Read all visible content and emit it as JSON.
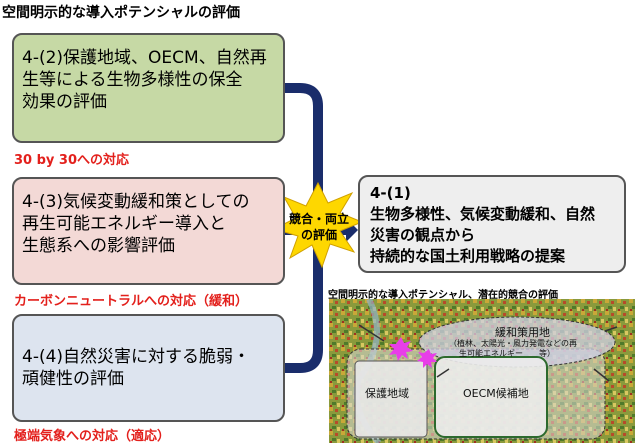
{
  "page_title": "空間明示的な導入ポテンシャルの評価",
  "boxes": [
    {
      "lines": [
        "4-(2)保護地域、OECM、自然再",
        "生等による生物多様性の保全",
        "効果の評価"
      ],
      "label": "30 by 30への対応"
    },
    {
      "lines": [
        "4-(3)気候変動緩和策としての",
        "再生可能エネルギー導入と",
        "生態系への影響評価"
      ],
      "label": "カーボンニュートラルへの対応（緩和）"
    },
    {
      "lines": [
        "4-(4)自然災害に対する脆弱・",
        "頑健性の評価"
      ],
      "label": "極端気象への対応（適応）"
    }
  ],
  "star_lines": [
    "競合・両立",
    "の評価"
  ],
  "result": {
    "lines": [
      "4-(1)",
      "生物多様性、気候変動緩和、自然",
      "災害の観点から",
      "持続的な国土利用戦略の提案"
    ]
  },
  "illustration": {
    "title": "空間明示的な導入ポテンシャル、潜在的競合の評価",
    "mitigation_label": "緩和策用地",
    "mitigation_note_1": "（植林、太陽光・風力発電などの再",
    "mitigation_note_2": "生可能エネルギー　　等）",
    "protected_label": "保護地域",
    "oecm_label": "OECM候補地"
  },
  "colors": {
    "box1_fill": "#c6d9a5",
    "box2_fill": "#f3d9d6",
    "box3_fill": "#dde4ef",
    "connector": "#1a2d6b",
    "star_fill": "#fed700",
    "label_red": "#e3201c",
    "conflict_burst": "#e83ee8"
  }
}
